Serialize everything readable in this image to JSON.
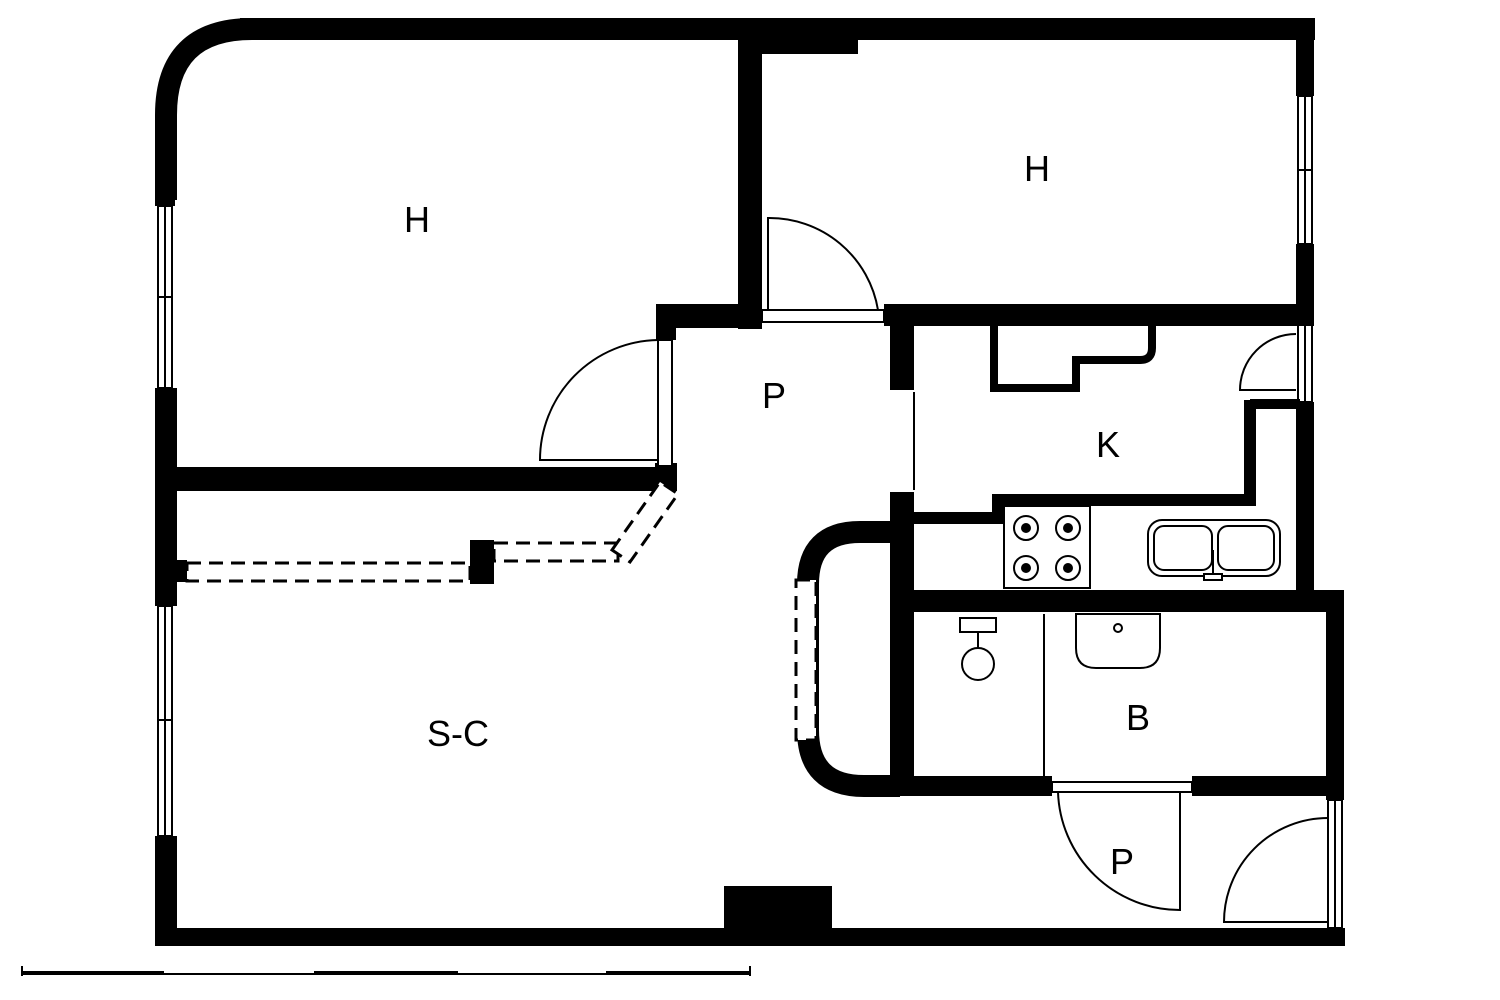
{
  "rooms": {
    "bedroom_left": "H",
    "bedroom_right": "H",
    "hall_main": "P",
    "kitchen": "K",
    "living_dining": "S-C",
    "bathroom": "B",
    "hall_entry": "P"
  }
}
